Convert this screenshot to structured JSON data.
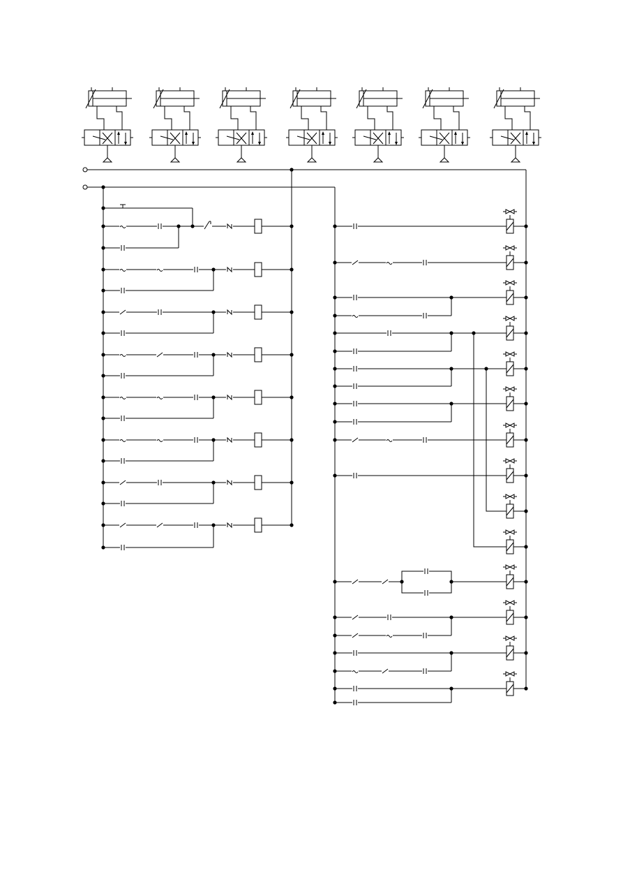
{
  "diagram": {
    "kind": "electro-pneumatic-ladder",
    "actuators": {
      "count": 7,
      "icon": "cylinder-with-valve-icon"
    },
    "left_ladder": {
      "rungs": 8,
      "relay_coils": 8,
      "icon": "relay-coil-icon"
    },
    "right_ladder": {
      "rungs": 14,
      "solenoid_coils": 14,
      "icon": "solenoid-coil-icon"
    },
    "colors": {
      "line": "#000000",
      "background": "#ffffff",
      "symbol_fill": "#ffffff"
    }
  }
}
